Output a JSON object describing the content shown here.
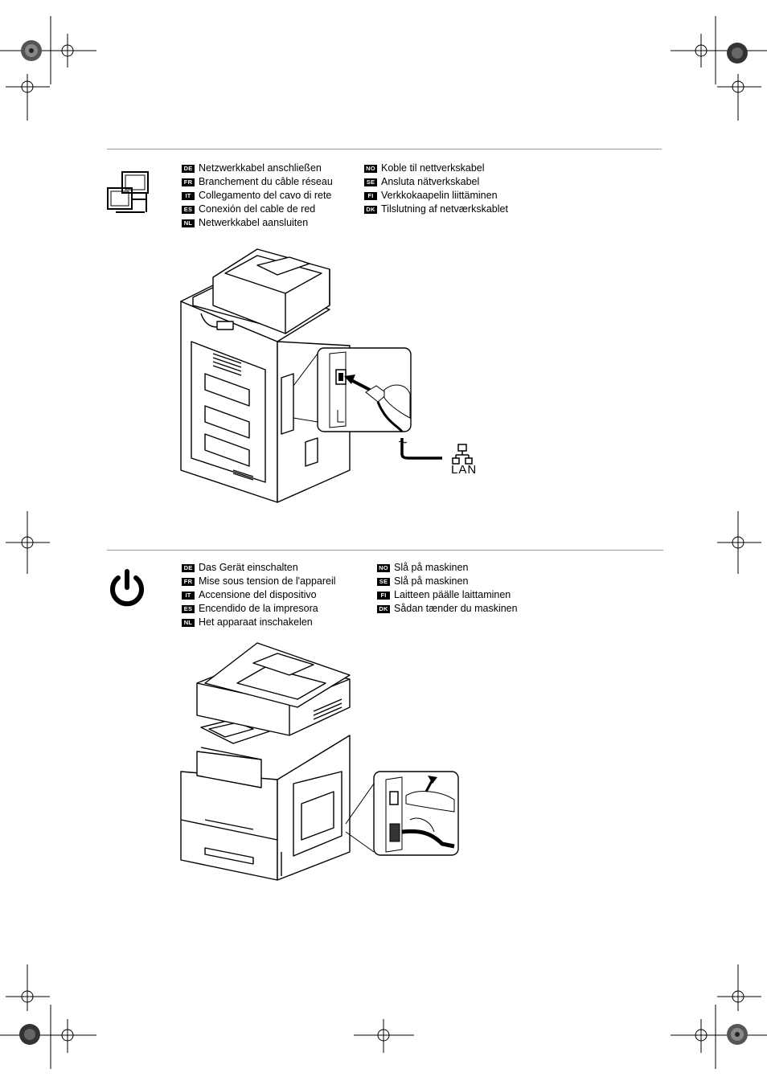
{
  "section_network": {
    "icon": "network-computers-icon",
    "left_column": [
      {
        "code": "DE",
        "text": "Netzwerkkabel anschließen"
      },
      {
        "code": "FR",
        "text": "Branchement du câble réseau"
      },
      {
        "code": "IT",
        "text": "Collegamento del cavo di rete"
      },
      {
        "code": "ES",
        "text": "Conexión del cable de red"
      },
      {
        "code": "NL",
        "text": "Netwerkkabel aansluiten"
      }
    ],
    "right_column": [
      {
        "code": "NO",
        "text": "Koble til nettverkskabel"
      },
      {
        "code": "SE",
        "text": "Ansluta nätverkskabel"
      },
      {
        "code": "FI",
        "text": "Verkkokaapelin liittäminen"
      },
      {
        "code": "DK",
        "text": "Tilslutning af netværkskablet"
      }
    ],
    "lan_label": "LAN"
  },
  "section_power": {
    "icon": "power-icon",
    "left_column": [
      {
        "code": "DE",
        "text": "Das Gerät einschalten"
      },
      {
        "code": "FR",
        "text": "Mise sous tension de l'appareil"
      },
      {
        "code": "IT",
        "text": "Accensione del dispositivo"
      },
      {
        "code": "ES",
        "text": "Encendido de la impresora"
      },
      {
        "code": "NL",
        "text": "Het apparaat inschakelen"
      }
    ],
    "right_column": [
      {
        "code": "NO",
        "text": "Slå på maskinen"
      },
      {
        "code": "SE",
        "text": "Slå på maskinen"
      },
      {
        "code": "FI",
        "text": "Laitteen päälle laittaminen"
      },
      {
        "code": "DK",
        "text": "Sådan tænder du maskinen"
      }
    ]
  }
}
